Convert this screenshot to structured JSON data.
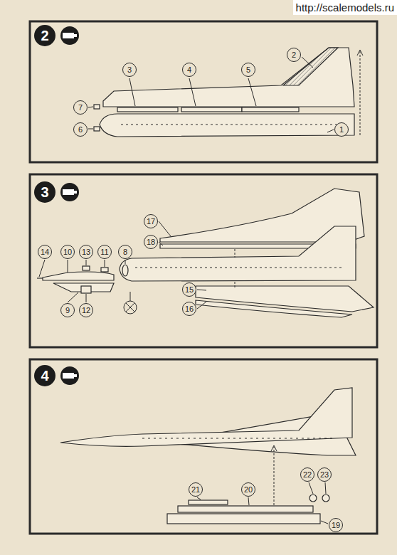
{
  "diagram": {
    "nodes": [
      {
        "text": [
          "2"
        ]
      },
      {
        "text": [
          "2"
        ]
      },
      {
        "text": [
          "3"
        ]
      },
      {
        "text": [
          "4"
        ]
      },
      {
        "text": [
          "5"
        ]
      },
      {
        "text": [
          "7"
        ]
      },
      {
        "text": [
          "6"
        ]
      },
      {
        "text": [
          "1"
        ]
      },
      {
        "text": [
          "3"
        ]
      },
      {
        "text": [
          "17"
        ]
      },
      {
        "text": [
          "18"
        ]
      },
      {
        "text": [
          "14"
        ]
      },
      {
        "text": [
          "10"
        ]
      },
      {
        "text": [
          "13"
        ]
      },
      {
        "text": [
          "11"
        ]
      },
      {
        "text": [
          "8"
        ]
      },
      {
        "text": [
          "9"
        ]
      },
      {
        "text": [
          "12"
        ]
      },
      {
        "text": [
          "15"
        ]
      },
      {
        "text": [
          "16"
        ]
      },
      {
        "text": [
          "4"
        ]
      },
      {
        "text": [
          "21"
        ]
      },
      {
        "text": [
          "20"
        ]
      },
      {
        "text": [
          "22"
        ]
      },
      {
        "text": [
          "23"
        ]
      },
      {
        "text": [
          "19"
        ]
      }
    ],
    "labels": [
      "http://scalemodels.ru"
    ]
  }
}
